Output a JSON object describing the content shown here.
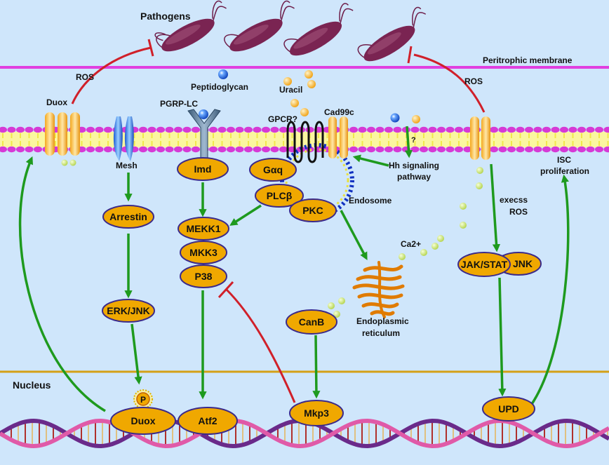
{
  "labels": {
    "pathogens": "Pathogens",
    "peritrophic_membrane": "Peritrophic membrane",
    "ros_left": "ROS",
    "ros_right": "ROS",
    "duox_membrane": "Duox",
    "peptidoglycan": "Peptidoglycan",
    "pgrp_lc": "PGRP-LC",
    "uracil": "Uracil",
    "gpcr": "GPCR?",
    "cad99c": "Cad99c",
    "mesh": "Mesh",
    "hh_line1": "Hh signaling",
    "hh_line2": "pathway",
    "endosome": "Endosome",
    "ca2": "Ca2+",
    "execss": "execss",
    "ros_execss": "ROS",
    "isc_line1": "ISC",
    "isc_line2": "proliferation",
    "er_line1": "Endoplasmic",
    "er_line2": "reticulum",
    "nucleus": "Nucleus",
    "phospho": "P",
    "question": "?"
  },
  "nodes": {
    "imd": "Imd",
    "gaq": "Gαq",
    "plcb": "PLCβ",
    "pkc": "PKC",
    "arrestin": "Arrestin",
    "mekk1": "MEKK1",
    "mkk3": "MKK3",
    "p38": "P38",
    "erk_jnk": "ERK/JNK",
    "jak_stat": "JAK/STAT",
    "jnk": "JNK",
    "canb": "CanB",
    "duox": "Duox",
    "atf2": "Atf2",
    "mkp3": "Mkp3",
    "upd": "UPD"
  },
  "colors": {
    "background": "#cfe6fb",
    "membrane_line": "#e040e0",
    "lipid_head": "#d63ad6",
    "lipid_tail": "#f2e84a",
    "node_fill": "#f0a800",
    "node_stroke": "#3b2a8a",
    "activation_arrow": "#1e9a1e",
    "inhibition": "#d0202a",
    "nuclear_envelope": "#d4a017",
    "pathogen": "#6e1e4a"
  }
}
